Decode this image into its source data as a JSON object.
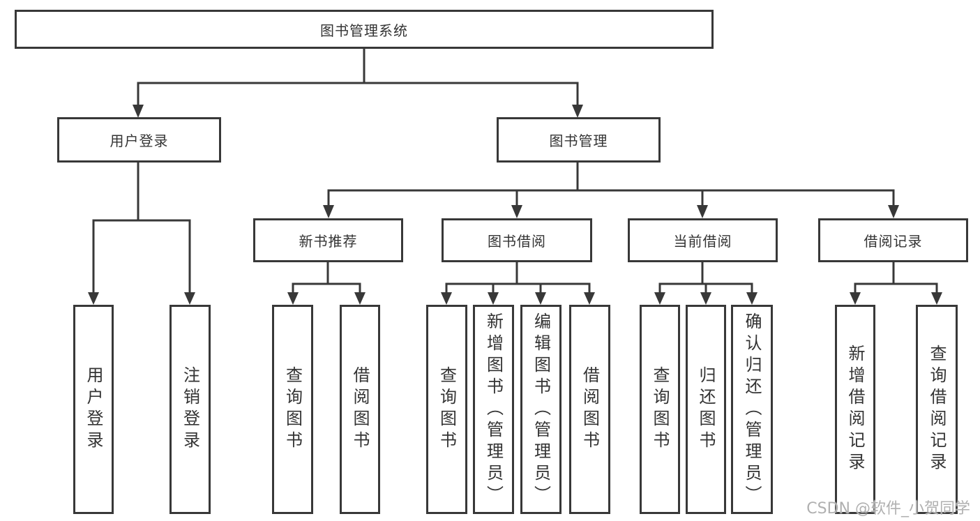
{
  "diagram": {
    "title": "图书管理系统",
    "level2": {
      "user_login": "用户登录",
      "book_mgmt": "图书管理"
    },
    "user_login_children": {
      "login": "用户登录",
      "logout": "注销登录"
    },
    "book_mgmt_children": {
      "new_books": "新书推荐",
      "book_borrow": "图书借阅",
      "current_borrow": "当前借阅",
      "borrow_records": "借阅记录"
    },
    "new_books_children": {
      "query_books": "查询图书",
      "borrow_books": "借阅图书"
    },
    "book_borrow_children": {
      "query_books": "查询图书",
      "add_books": "新增图书（管理员）",
      "edit_books": "编辑图书（管理员）",
      "borrow_books": "借阅图书"
    },
    "current_borrow_children": {
      "query_books": "查询图书",
      "return_books": "归还图书",
      "confirm_return": "确认归还（管理员）"
    },
    "borrow_records_children": {
      "add_record": "新增借阅记录",
      "query_record": "查询借阅记录"
    }
  },
  "watermark": "CSDN @软件_小贺同学",
  "colors": {
    "line": "#383838",
    "text": "#333333",
    "box_fill": "#ffffff",
    "watermark": "#b0b0b0",
    "background": "#ffffff"
  }
}
